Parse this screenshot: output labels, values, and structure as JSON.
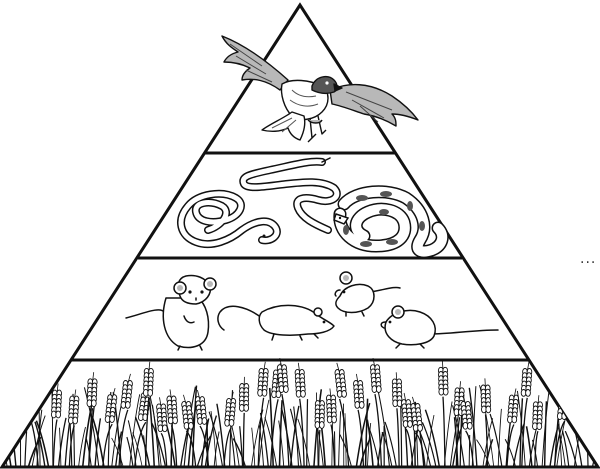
{
  "diagram": {
    "type": "food-pyramid",
    "tiers": [
      {
        "level": 4,
        "organism": "hawk",
        "count": 1
      },
      {
        "level": 3,
        "organism": "snake",
        "count": 3
      },
      {
        "level": 2,
        "organism": "mouse",
        "count": 4
      },
      {
        "level": 1,
        "organism": "wheat",
        "count": 0
      }
    ],
    "colors": {
      "stroke": "#111111",
      "fill": "#ffffff",
      "shade": "#b8b8b8",
      "dark": "#555555"
    }
  },
  "side_marker": "..."
}
